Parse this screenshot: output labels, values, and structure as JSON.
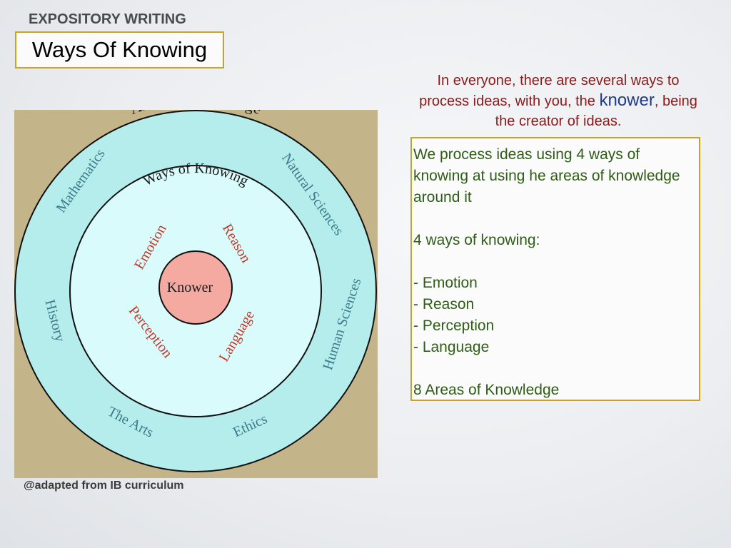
{
  "slide": {
    "kicker": "EXPOSITORY WRITING",
    "title": "Ways Of Knowing",
    "intro": {
      "line_before": "In everyone, there are several ways to process ideas, with you, the",
      "highlight": "knower",
      "line_after": ", being the creator of ideas."
    },
    "info": {
      "paragraph": "We process ideas using 4 ways of knowing at using he areas of knowledge around it",
      "list_heading": "4 ways of knowing:",
      "list": [
        "- Emotion",
        "- Reason",
        "- Perception",
        "- Language"
      ],
      "footer": "8 Areas of Knowledge"
    },
    "credit": "@adapted from IB curriculum"
  },
  "diagram": {
    "outer_title": "Areas of Knowledge",
    "inner_title": "Ways of Knowing",
    "center": "Knower",
    "areas": [
      "Mathematics",
      "Natural Sciences",
      "Human Sciences",
      "Ethics",
      "The Arts",
      "History"
    ],
    "ways": [
      "Emotion",
      "Reason",
      "Perception",
      "Language"
    ],
    "colors": {
      "background": "#c4b48a",
      "outer_ring": "#b5ecec",
      "inner_circle": "#d9fbfb",
      "knower": "#f4aaa0",
      "area_text": "#3c7b8c",
      "way_text": "#c0392b",
      "title_text": "#1a1a1a",
      "outline": "#111111"
    }
  }
}
